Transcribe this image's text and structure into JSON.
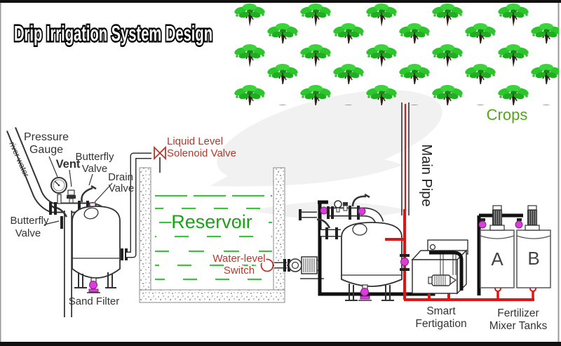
{
  "title": "Drip Irrigation System Design",
  "labels": {
    "river_water": "river water",
    "pressure_gauge": [
      "Pressure",
      "Gauge"
    ],
    "vent": "Vent",
    "butterfly_valve_top": [
      "Butterfly",
      "Valve"
    ],
    "drain_valve": [
      "Drain",
      "Valve"
    ],
    "butterfly_valve_left": [
      "Butterfly",
      "Valve"
    ],
    "liquid_level_solenoid_valve": [
      "Liquid Level",
      "Solenoid Valve"
    ],
    "reservoir": "Reservoir",
    "water_level_switch": [
      "Water-level",
      "Switch"
    ],
    "sand_filter": "Sand Filter",
    "main_pipe": "Main Pipe",
    "crops": "Crops",
    "smart_fertigation": [
      "Smart",
      "Fertigation"
    ],
    "fertilizer_mixer_tanks": [
      "Fertilizer",
      "Mixer Tanks"
    ],
    "tank_a": "A",
    "tank_b": "B"
  },
  "colors": {
    "annotation_red": "#b5382d",
    "pipe_red": "#e21313",
    "valve_magenta": "#d83fd8",
    "reservoir_green": "#1ba318",
    "crops_green": "#55a51e",
    "water_green": "#3ec23e",
    "line_dark": "#333333"
  }
}
